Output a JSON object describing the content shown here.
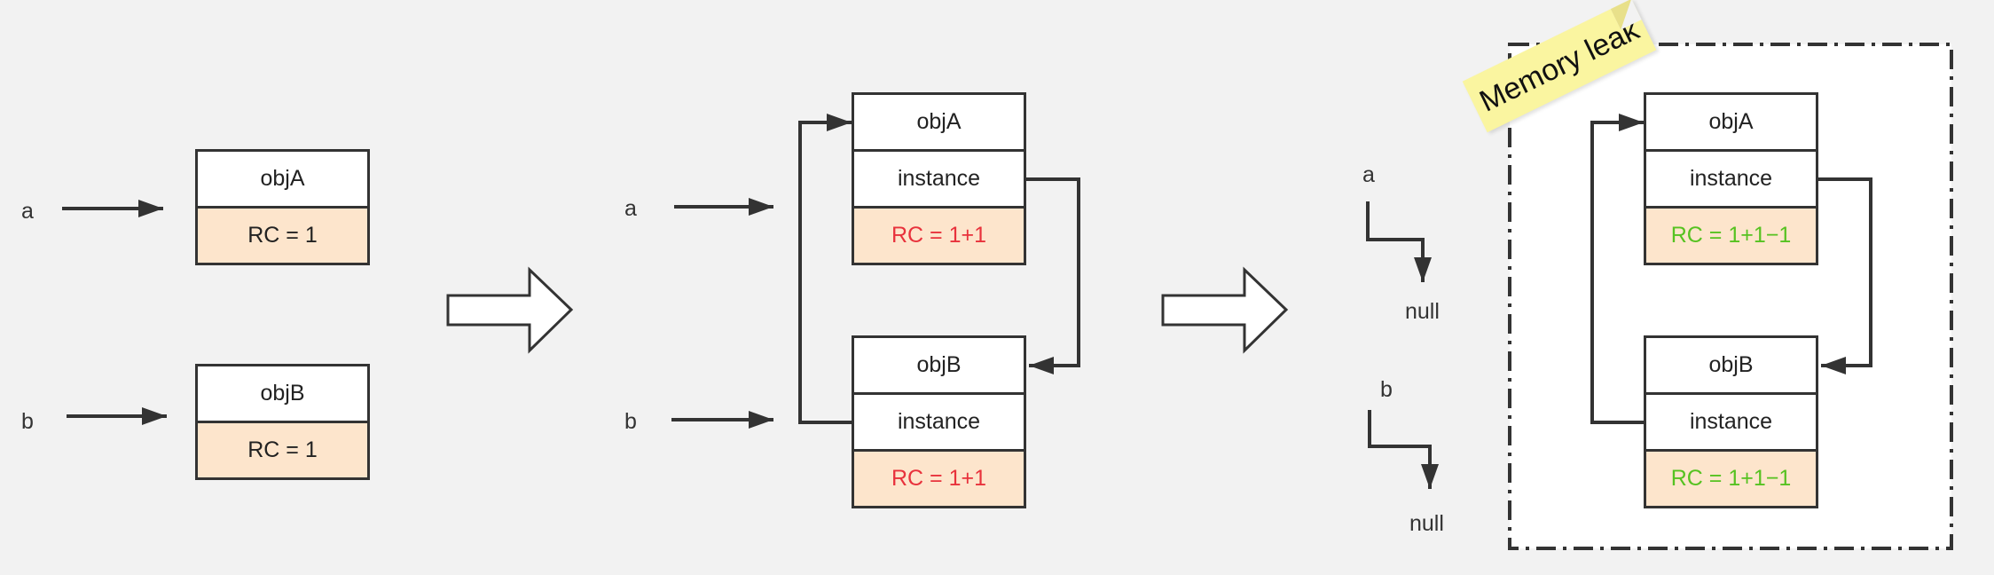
{
  "step1": {
    "var_a": "a",
    "var_b": "b",
    "objA": {
      "name": "objA",
      "rc": "RC = 1"
    },
    "objB": {
      "name": "objB",
      "rc": "RC = 1"
    }
  },
  "step2": {
    "var_a": "a",
    "var_b": "b",
    "objA": {
      "name": "objA",
      "field": "instance",
      "rc": "RC = 1+1"
    },
    "objB": {
      "name": "objB",
      "field": "instance",
      "rc": "RC = 1+1"
    }
  },
  "step3": {
    "var_a": "a",
    "var_b": "b",
    "null_a": "null",
    "null_b": "null",
    "objA": {
      "name": "objA",
      "field": "instance",
      "rc": "RC = 1+1−1"
    },
    "objB": {
      "name": "objB",
      "field": "instance",
      "rc": "RC = 1+1−1"
    },
    "note": "Memory leak"
  },
  "colors": {
    "background": "#f2f2f2",
    "cell_fill": "#ffffff",
    "rc_fill": "#fde5cc",
    "rc_increased": "#e8323c",
    "rc_decreased": "#56c221",
    "note_fill": "#faf5a0",
    "line": "#333333"
  }
}
